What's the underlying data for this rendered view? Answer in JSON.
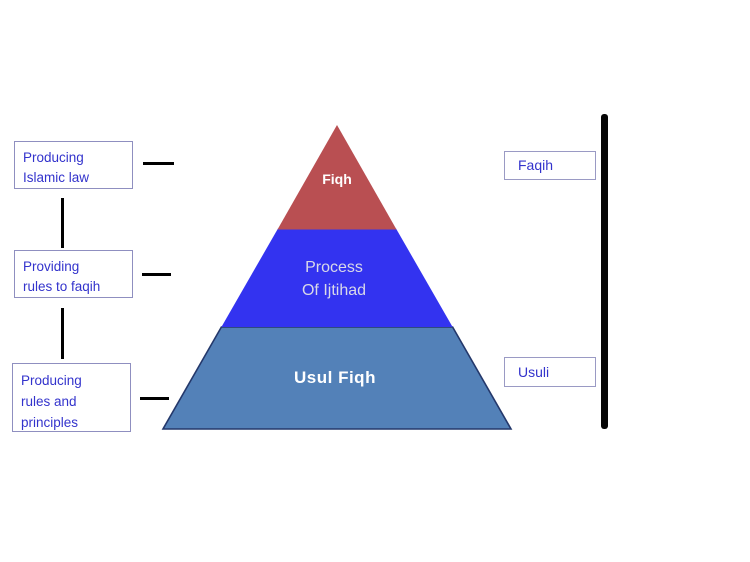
{
  "left_boxes": [
    {
      "label": "Producing\nIslamic law"
    },
    {
      "label": "Providing\nrules to faqih"
    },
    {
      "label": "Producing\nrules and\nprinciples"
    }
  ],
  "pyramid": {
    "levels": [
      {
        "label": "Fiqh",
        "color": "#b94f52",
        "text_color": "#ffffff"
      },
      {
        "label": "Process\nOf Ijtihad",
        "color": "#3333f0",
        "text_color": "#d9d9e8"
      },
      {
        "label": "Usul Fiqh",
        "color": "#5381b8",
        "text_color": "#ffffff"
      }
    ],
    "outline_color": "#24386b"
  },
  "right_boxes": [
    {
      "label": "Faqih"
    },
    {
      "label": "Usuli"
    }
  ],
  "colors": {
    "box_text": "#3333cc",
    "box_border": "#8f8fc0",
    "connector": "#000000",
    "bar": "#050505"
  }
}
